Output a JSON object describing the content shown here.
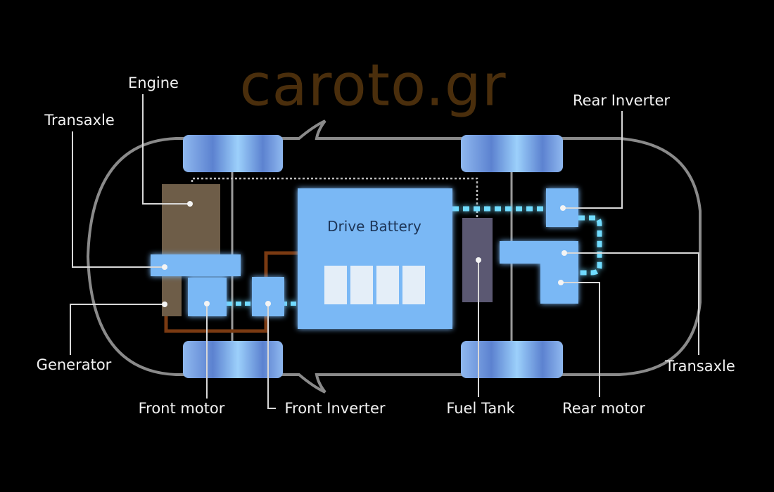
{
  "watermark": "caroto.gr",
  "labels": {
    "engine": "Engine",
    "transaxle_front": "Transaxle",
    "generator": "Generator",
    "front_motor": "Front motor",
    "front_inverter": "Front Inverter",
    "fuel_tank": "Fuel Tank",
    "rear_motor": "Rear motor",
    "transaxle_rear": "Transaxle",
    "rear_inverter": "Rear Inverter",
    "drive_battery": "Drive Battery"
  },
  "colors": {
    "background": "#000000",
    "component_blue": "#7ab8f5",
    "engine_brown": "#6e5d48",
    "fuel_tank": "#5b5872",
    "wire_brown": "#7a3a12",
    "glow_cable": "#6fdcff",
    "watermark": "#4a2e0c"
  }
}
